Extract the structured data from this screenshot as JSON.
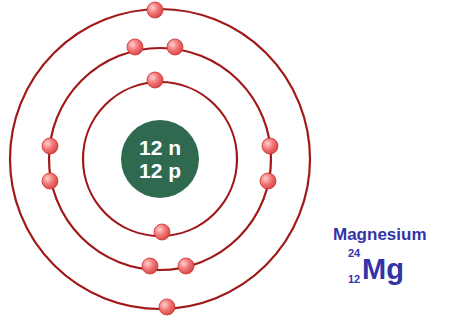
{
  "diagram": {
    "nodes": [
      {
        "text": [
          "12 n",
          "12 p"
        ]
      }
    ],
    "labels": [
      "Magnesium",
      "24",
      "12",
      "Mg"
    ]
  }
}
